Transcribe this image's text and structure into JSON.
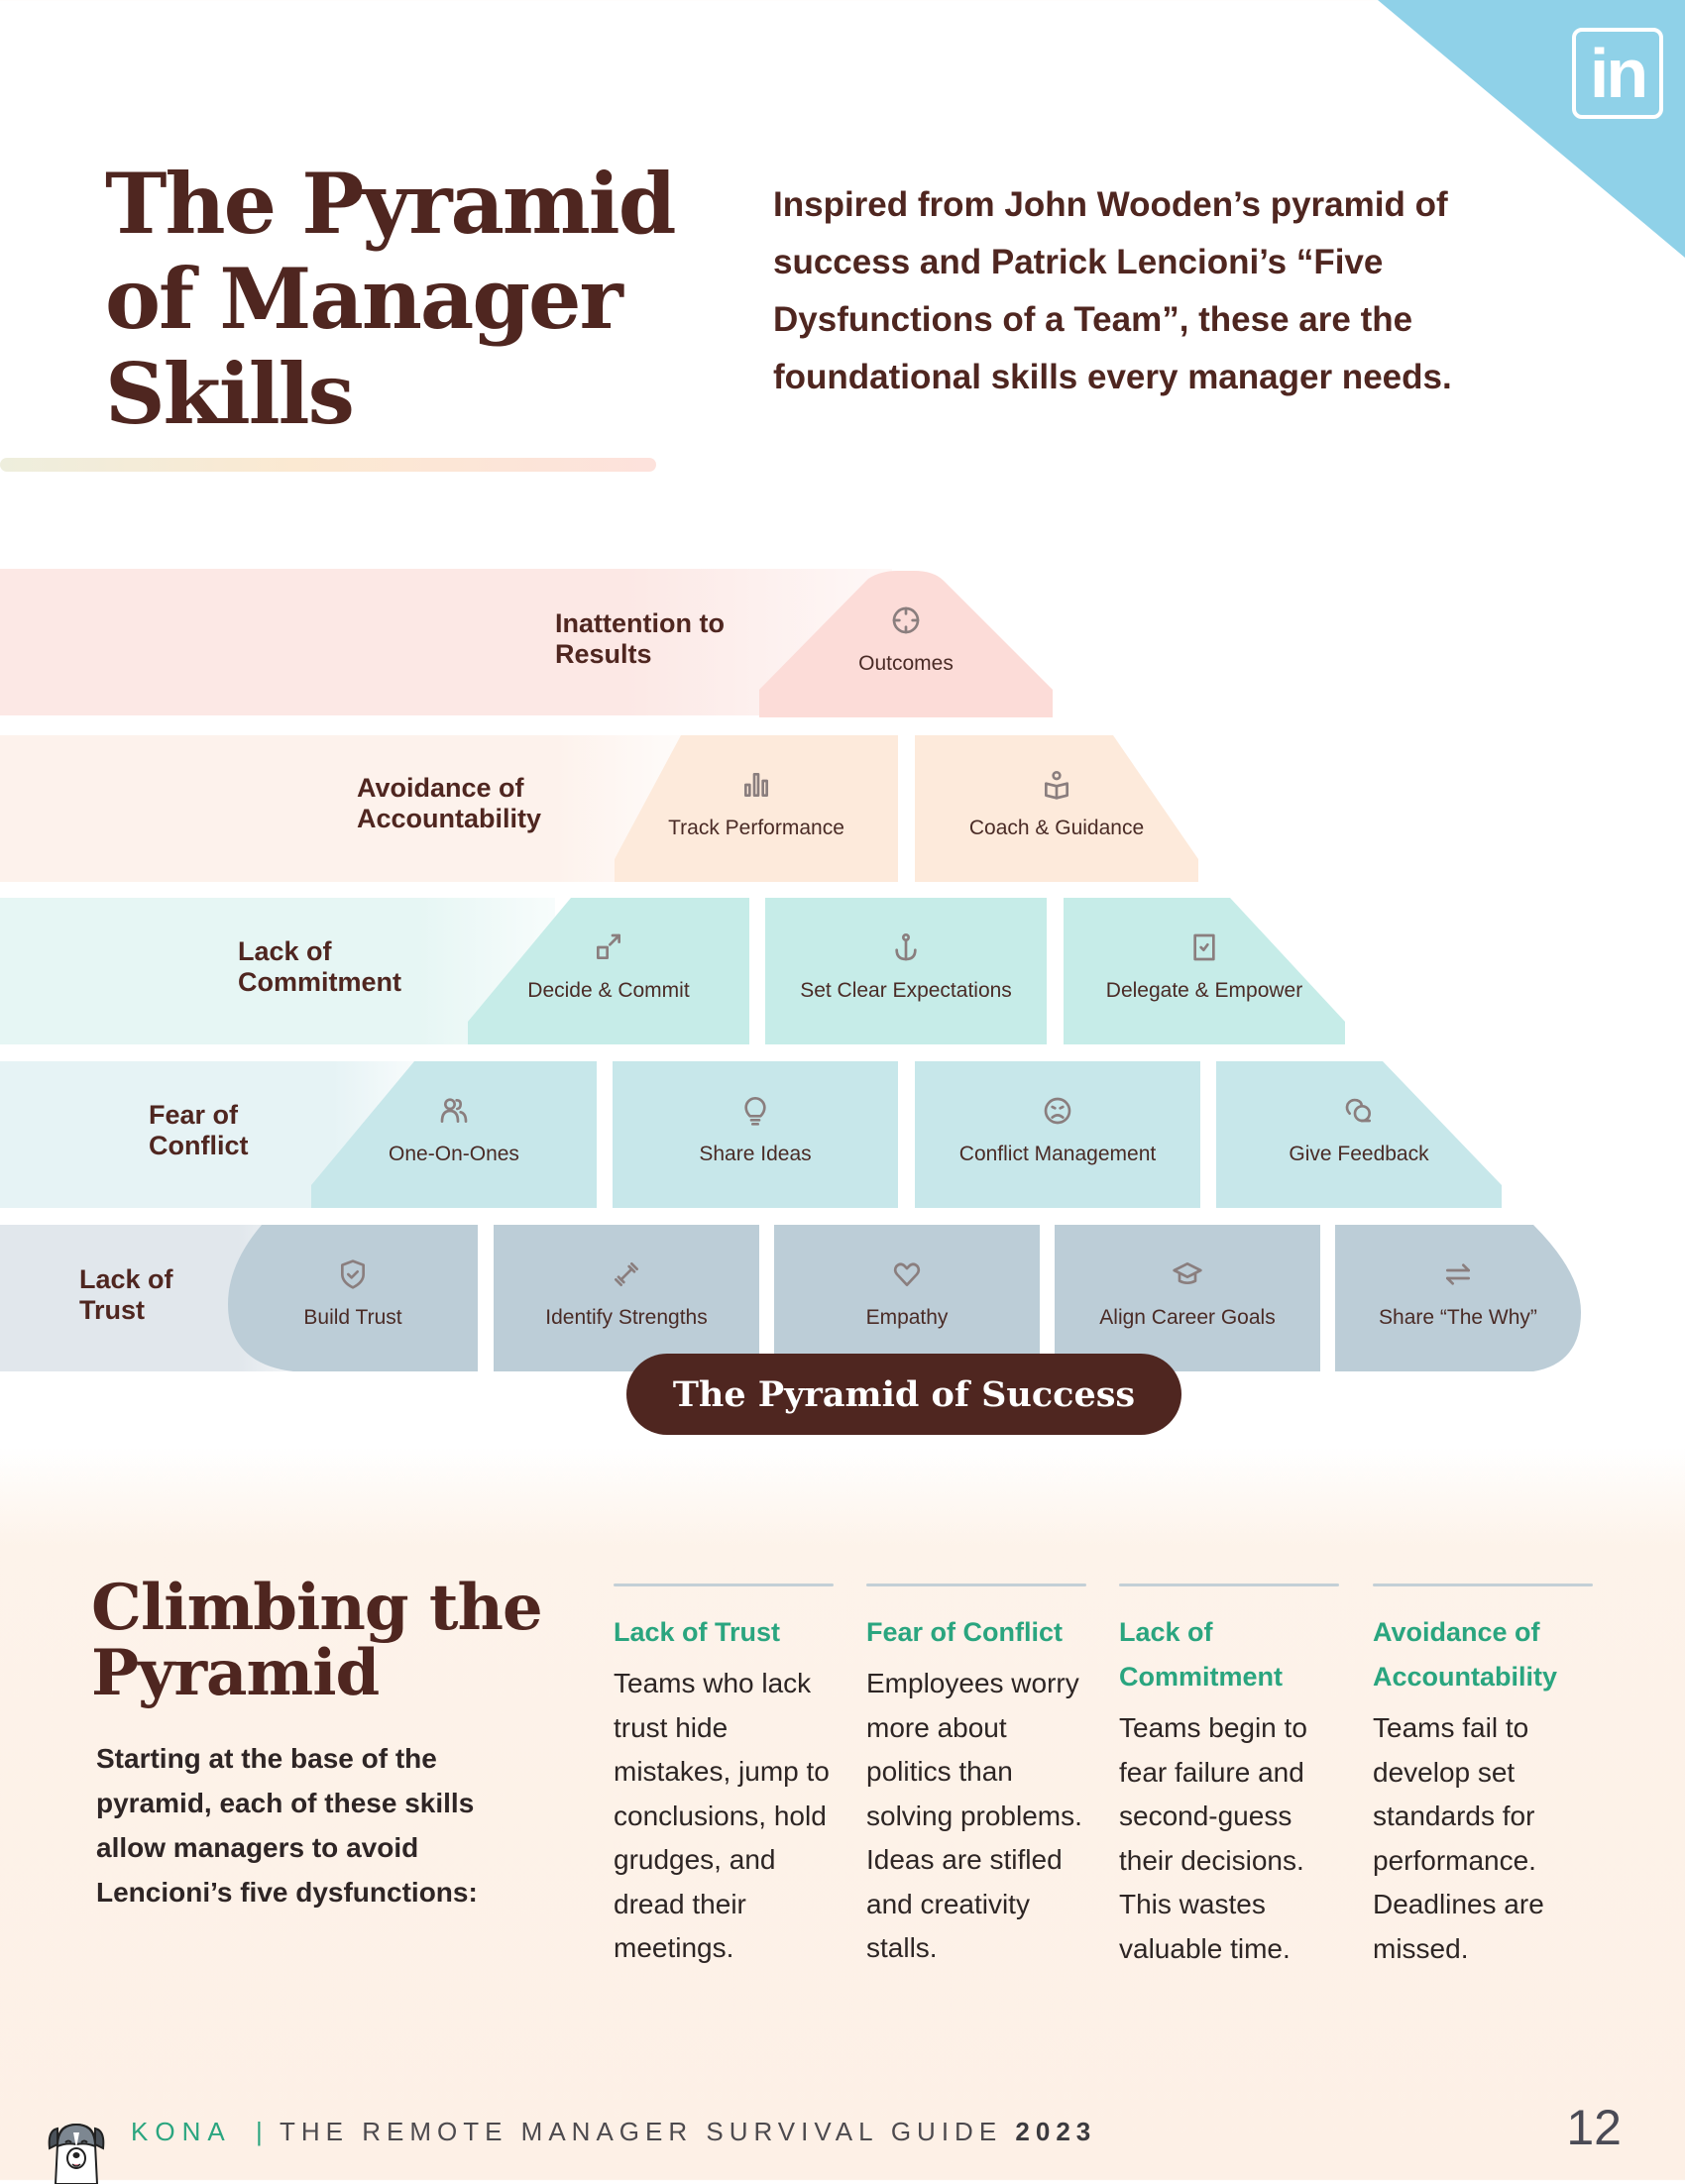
{
  "header": {
    "title_lines": [
      "The Pyramid",
      "of Manager",
      "Skills"
    ],
    "intro": "Inspired from John Wooden’s pyramid of success and Patrick Lencioni’s “Five Dysfunctions of a Team”, these are the foundational skills every manager needs.",
    "social_icon": "linkedin-icon",
    "social_label": "in"
  },
  "pyramid": {
    "rows": [
      {
        "dysfunction_lines": [
          "Inattention to",
          "Results"
        ],
        "color": "#fcdcd8",
        "skills": [
          {
            "label": "Outcomes",
            "icon": "crosshair-icon"
          }
        ]
      },
      {
        "dysfunction_lines": [
          "Avoidance of",
          "Accountability"
        ],
        "color": "#fdeadb",
        "skills": [
          {
            "label": "Track Performance",
            "icon": "bar-chart-icon"
          },
          {
            "label": "Coach & Guidance",
            "icon": "person-book-icon"
          }
        ]
      },
      {
        "dysfunction_lines": [
          "Lack of",
          "Commitment"
        ],
        "color": "#c6ece8",
        "skills": [
          {
            "label": "Decide & Commit",
            "icon": "square-arrow-icon"
          },
          {
            "label": "Set Clear Expectations",
            "icon": "anchor-icon"
          },
          {
            "label": "Delegate & Empower",
            "icon": "checkbox-icon"
          }
        ]
      },
      {
        "dysfunction_lines": [
          "Fear of",
          "Conflict"
        ],
        "color": "#c7e7ea",
        "skills": [
          {
            "label": "One-On-Ones",
            "icon": "users-icon"
          },
          {
            "label": "Share Ideas",
            "icon": "lightbulb-icon"
          },
          {
            "label": "Conflict Management",
            "icon": "frown-icon"
          },
          {
            "label": "Give Feedback",
            "icon": "chat-bubbles-icon"
          }
        ]
      },
      {
        "dysfunction_lines": [
          "Lack of",
          "Trust"
        ],
        "color": "#bccdd7",
        "skills": [
          {
            "label": "Build Trust",
            "icon": "shield-check-icon"
          },
          {
            "label": "Identify Strengths",
            "icon": "dumbbell-icon"
          },
          {
            "label": "Empathy",
            "icon": "heart-icon"
          },
          {
            "label": "Align Career Goals",
            "icon": "graduation-cap-icon"
          },
          {
            "label": "Share “The Why”",
            "icon": "swap-arrows-icon"
          }
        ]
      }
    ],
    "base_label": "The Pyramid of Success"
  },
  "climbing": {
    "title_lines": [
      "Climbing the",
      "Pyramid"
    ],
    "description": "Starting at the base of the pyramid, each of these skills allow managers to avoid Lencioni’s five dysfunctions:",
    "accent_color": "#2aa57f",
    "columns": [
      {
        "heading": "Lack of Trust",
        "body": "Teams who lack trust hide mistakes, jump to conclusions, hold grudges, and dread their meetings."
      },
      {
        "heading": "Fear of Conflict",
        "body": "Employees worry more about politics than solving problems. Ideas are stifled and creativity stalls."
      },
      {
        "heading": "Lack of Commitment",
        "body": "Teams begin to fear failure and second-guess their decisions. This wastes valuable time."
      },
      {
        "heading": "Avoidance of Accountability",
        "body": "Teams fail to develop set standards for performance. Deadlines are missed."
      }
    ]
  },
  "footer": {
    "brand": "KONA",
    "separator": "|",
    "guide_title": "THE REMOTE MANAGER SURVIVAL GUIDE",
    "year": "2023",
    "page_number": "12",
    "logo_icon": "dog-mascot-icon"
  }
}
